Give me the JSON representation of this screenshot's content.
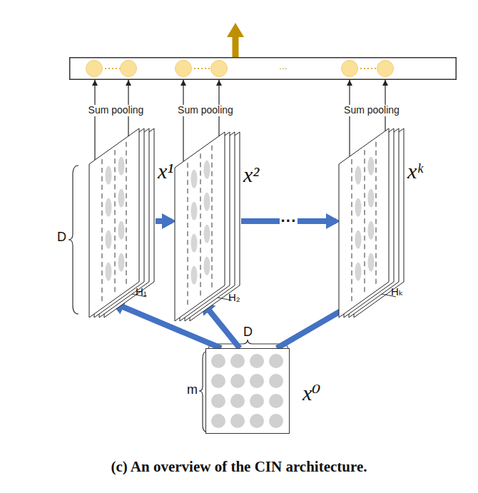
{
  "diagram": {
    "caption": "(c) An overview of the CIN architecture.",
    "nodes": [
      {
        "text": [
          "..."
        ]
      },
      {
        "text": [
          "x¹"
        ]
      },
      {
        "text": [
          "x²"
        ]
      },
      {
        "text": [
          "xᵏ"
        ]
      },
      {
        "text": [
          "x⁰"
        ]
      }
    ],
    "edges": [
      {
        "from": 1,
        "to": 0,
        "arrow": "to",
        "label": "Sum pooling"
      },
      {
        "from": 2,
        "to": 0,
        "arrow": "to",
        "label": "Sum pooling"
      },
      {
        "from": 3,
        "to": 0,
        "arrow": "to",
        "label": "Sum pooling"
      },
      {
        "from": 1,
        "to": 2,
        "arrow": "to"
      },
      {
        "from": 2,
        "to": 3,
        "arrow": "to",
        "label": "···"
      },
      {
        "from": 4,
        "to": 1,
        "arrow": "to"
      },
      {
        "from": 4,
        "to": 2,
        "arrow": "to"
      },
      {
        "from": 4,
        "to": 3,
        "arrow": "to"
      }
    ],
    "labels": [
      "D",
      "H₁",
      "H₂",
      "Hₖ",
      "D",
      "m"
    ]
  }
}
